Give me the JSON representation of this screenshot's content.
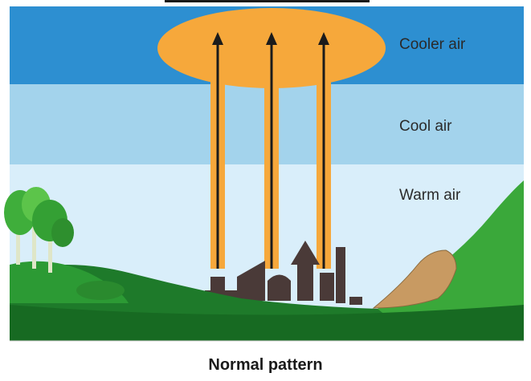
{
  "layers": [
    {
      "label": "Cooler air",
      "color": "#2d8fd1"
    },
    {
      "label": "Cool air",
      "color": "#a3d3ec"
    },
    {
      "label": "Warm air",
      "color": "#d9eefa"
    }
  ],
  "caption": "Normal pattern",
  "colors": {
    "plume": "#f6a83b",
    "arrow": "#1b1b1b",
    "hill_dark": "#1e7a2a",
    "hill_light": "#3aa83a",
    "city": "#4a3a38",
    "rock": "#c89a62"
  }
}
